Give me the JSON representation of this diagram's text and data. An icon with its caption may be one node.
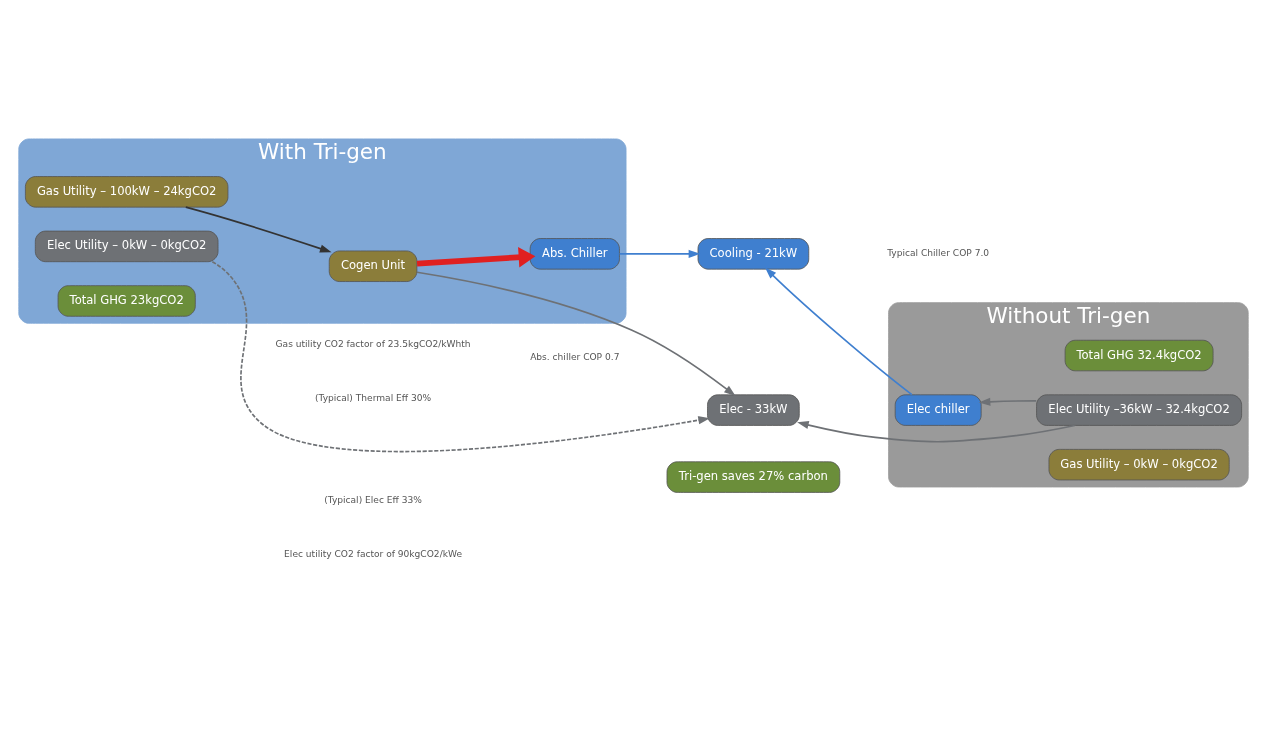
{
  "diagram": {
    "nodes": [
      {
        "text": [
          "With Tri-gen"
        ]
      },
      {
        "text": [
          "Without Tri-gen"
        ]
      },
      {
        "text": [
          "Gas Utility – 100kW – 24kgCO2"
        ],
        "in": 0
      },
      {
        "text": [
          "Cogen Unit"
        ],
        "in": 0
      },
      {
        "text": [
          "Abs. Chiller"
        ],
        "in": 0
      },
      {
        "text": [
          "Cooling - 21kW"
        ]
      },
      {
        "text": [
          "Elec Utility – 0kW – 0kgCO2"
        ],
        "in": 0
      },
      {
        "text": [
          "Elec - 33kW"
        ]
      },
      {
        "text": [
          "Total GHG 23kgCO2"
        ],
        "in": 0
      },
      {
        "text": [
          "Tri-gen saves 27% carbon"
        ]
      },
      {
        "text": [
          "Gas Utility – 0kW – 0kgCO2"
        ],
        "in": 1
      },
      {
        "text": [
          "Elec chiller"
        ],
        "in": 1
      },
      {
        "text": [
          "Elec Utility –36kW – 32.4kgCO2"
        ],
        "in": 1
      },
      {
        "text": [
          "Total GHG 32.4kgCO2"
        ],
        "in": 1
      }
    ],
    "edges": [
      {
        "from": 2,
        "to": 3,
        "arrow": "to",
        "color": "#333333"
      },
      {
        "from": 3,
        "to": 4,
        "arrow": "to",
        "style": "thick",
        "color": "#e02020"
      },
      {
        "from": 3,
        "to": 7,
        "arrow": "to"
      },
      {
        "from": 6,
        "to": 7,
        "arrow": "to",
        "style": "dashed"
      },
      {
        "from": 4,
        "to": 5,
        "arrow": "to",
        "color": "#3f7fcf"
      },
      {
        "from": 11,
        "to": 5,
        "arrow": "to",
        "color": "#3f7fcf"
      },
      {
        "from": 12,
        "to": 11,
        "arrow": "to"
      },
      {
        "from": 12,
        "to": 7,
        "arrow": "to"
      }
    ],
    "labels": [
      "Gas utility CO2 factor of 23.5kgCO2/kWhth",
      "(Typical) Thermal Eff 30%",
      "Abs. chiller COP 0.7",
      "Typical Chiller COP 7.0",
      "(Typical) Elec Eff 33%",
      "Elec utility CO2 factor of 90kgCO2/kWe"
    ]
  }
}
